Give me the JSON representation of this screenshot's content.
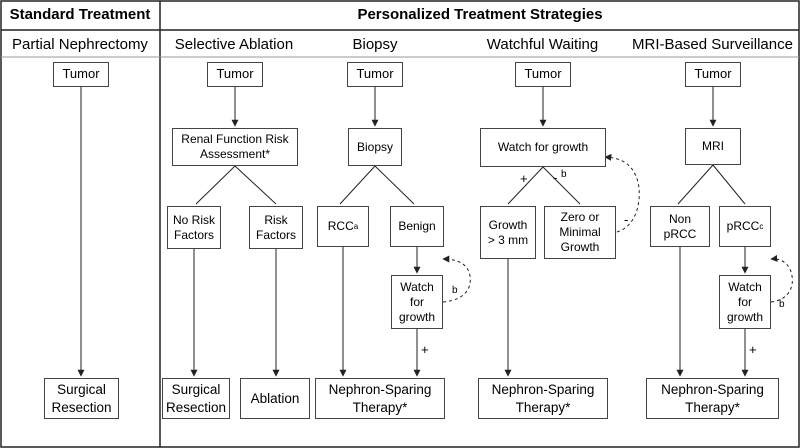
{
  "headers": {
    "standard": "Standard Treatment",
    "personalized": "Personalized Treatment Strategies"
  },
  "columns": {
    "partial_nephrectomy": "Partial Nephrectomy",
    "selective_ablation": "Selective Ablation",
    "biopsy": "Biopsy",
    "watchful_waiting": "Watchful Waiting",
    "mri_surveillance": "MRI-Based Surveillance"
  },
  "nodes": {
    "pn_tumor": "Tumor",
    "pn_resection": "Surgical\nResection",
    "sa_tumor": "Tumor",
    "sa_assessment": "Renal Function Risk\nAssessment*",
    "sa_no_risk": "No Risk\nFactors",
    "sa_risk": "Risk\nFactors",
    "sa_resection": "Surgical\nResection",
    "sa_ablation": "Ablation",
    "bx_tumor": "Tumor",
    "bx_biopsy": "Biopsy",
    "bx_rcc": "RCC",
    "bx_rcc_sup": "a",
    "bx_benign": "Benign",
    "bx_watch": "Watch\nfor\ngrowth",
    "bx_therapy": "Nephron-Sparing\nTherapy*",
    "ww_tumor": "Tumor",
    "ww_watch": "Watch for growth",
    "ww_growth": "Growth\n> 3 mm",
    "ww_minimal": "Zero or\nMinimal\nGrowth",
    "ww_therapy": "Nephron-Sparing\nTherapy*",
    "mri_tumor": "Tumor",
    "mri_mri": "MRI",
    "mri_non": "Non pRCC",
    "mri_prcc": "pRCC",
    "mri_prcc_sup": "c",
    "mri_watch": "Watch\nfor\ngrowth",
    "mri_therapy": "Nephron-Sparing\nTherapy*"
  },
  "labels": {
    "plus": "+",
    "minus": "-",
    "b": "b"
  }
}
